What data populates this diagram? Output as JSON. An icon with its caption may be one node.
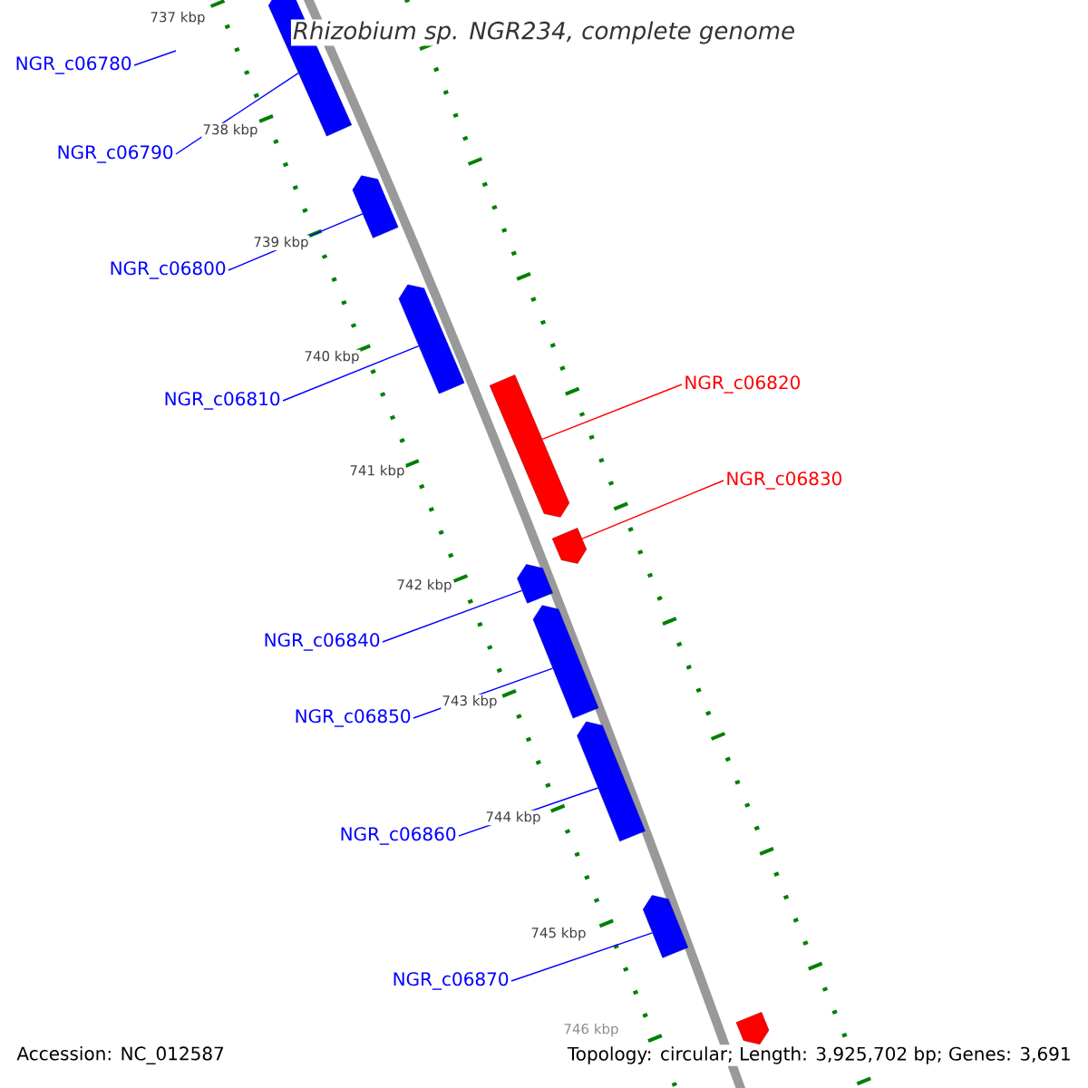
{
  "diagram": {
    "title": "Rhizobium sp. NGR234, complete genome",
    "nodes": [
      {
        "text": [
          "NGR_c06780"
        ]
      },
      {
        "text": [
          "NGR_c06790"
        ]
      },
      {
        "text": [
          "NGR_c06800"
        ]
      },
      {
        "text": [
          "NGR_c06810"
        ]
      },
      {
        "text": [
          "NGR_c06820"
        ]
      },
      {
        "text": [
          "NGR_c06830"
        ]
      },
      {
        "text": [
          "NGR_c06840"
        ]
      },
      {
        "text": [
          "NGR_c06850"
        ]
      },
      {
        "text": [
          "NGR_c06860"
        ]
      },
      {
        "text": [
          "NGR_c06870"
        ]
      },
      {
        "text": [],
        "shape": "bar"
      },
      {
        "text": [],
        "shape": "bar"
      },
      {
        "text": [],
        "shape": "bar"
      },
      {
        "text": [],
        "shape": "bar"
      },
      {
        "text": [],
        "shape": "bar"
      },
      {
        "text": [],
        "shape": "bar"
      },
      {
        "text": [],
        "shape": "bar"
      },
      {
        "text": [],
        "shape": "bar"
      },
      {
        "text": [],
        "shape": "bar"
      },
      {
        "text": [],
        "shape": "bar"
      }
    ],
    "edges": [
      {
        "from": 0,
        "to": null,
        "arrow": "none"
      },
      {
        "from": 1,
        "to": 10,
        "arrow": "none"
      },
      {
        "from": 2,
        "to": 11,
        "arrow": "none"
      },
      {
        "from": 3,
        "to": 12,
        "arrow": "none"
      },
      {
        "from": 4,
        "to": 13,
        "arrow": "none",
        "color": "#ff0000"
      },
      {
        "from": 5,
        "to": 14,
        "arrow": "none",
        "color": "#ff0000"
      },
      {
        "from": 6,
        "to": 15,
        "arrow": "none"
      },
      {
        "from": 7,
        "to": 16,
        "arrow": "none"
      },
      {
        "from": 8,
        "to": 17,
        "arrow": "none"
      },
      {
        "from": 9,
        "to": 18,
        "arrow": "none"
      }
    ],
    "labels": [
      "737 kbp",
      "738 kbp",
      "739 kbp",
      "740 kbp",
      "741 kbp",
      "742 kbp",
      "743 kbp",
      "744 kbp",
      "745 kbp",
      "746 kbp",
      "Accession: NC_012587",
      "Topology: circular; Length: 3,925,702 bp; Genes: 3,691"
    ]
  }
}
